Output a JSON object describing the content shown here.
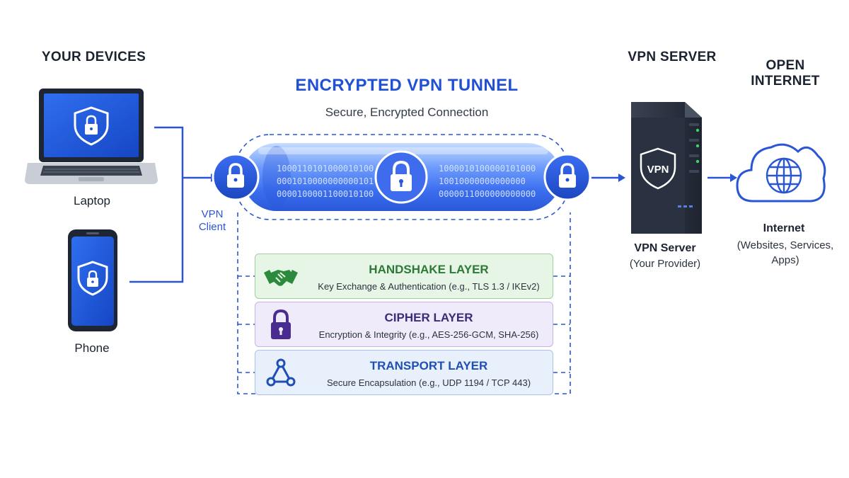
{
  "devices": {
    "header": "YOUR DEVICES",
    "laptop_label": "Laptop",
    "phone_label": "Phone"
  },
  "client": {
    "label_line1": "VPN",
    "label_line2": "Client"
  },
  "tunnel": {
    "title": "ENCRYPTED VPN TUNNEL",
    "subtitle": "Secure, Encrypted Connection",
    "bits_left": [
      "1000110101000010100",
      "0001010000000000101",
      "0000100001100010100"
    ],
    "bits_right": [
      "1000010100000101000",
      "10010000000000000",
      "0000011000000000000"
    ]
  },
  "layers": [
    {
      "title": "HANDSHAKE LAYER",
      "desc": "Key Exchange & Authentication (e.g., TLS 1.3 / IKEv2)",
      "icon": "handshake-icon",
      "color": "#2c8a3c"
    },
    {
      "title": "CIPHER LAYER",
      "desc": "Encryption & Integrity (e.g., AES-256-GCM, SHA-256)",
      "icon": "padlock-icon",
      "color": "#4a2c91"
    },
    {
      "title": "TRANSPORT LAYER",
      "desc": "Secure Encapsulation (e.g., UDP 1194 / TCP 443)",
      "icon": "network-nodes-icon",
      "color": "#1f4fb5"
    }
  ],
  "server": {
    "header": "VPN SERVER",
    "badge": "VPN",
    "title": "VPN Server",
    "subtitle": "(Your Provider)"
  },
  "internet": {
    "header_line1": "OPEN",
    "header_line2": "INTERNET",
    "title": "Internet",
    "sub_line1": "(Websites, Services,",
    "sub_line2": "Apps)"
  },
  "colors": {
    "accent": "#2150d4",
    "line": "#2a56d6"
  }
}
